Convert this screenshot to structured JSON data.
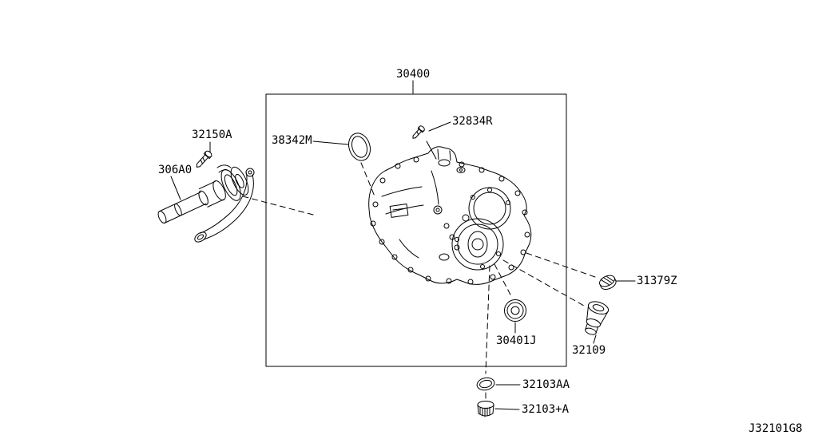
{
  "diagram_code": "J32101G8",
  "labels": {
    "l30400": "30400",
    "l32834R": "32834R",
    "l38342M": "38342M",
    "l32150A": "32150A",
    "l306A0": "306A0",
    "l31379Z": "31379Z",
    "l30401J": "30401J",
    "l32109": "32109",
    "l32103AA": "32103AA",
    "l32103pA": "32103+A"
  },
  "colors": {
    "line": "#000000",
    "background": "#ffffff"
  }
}
